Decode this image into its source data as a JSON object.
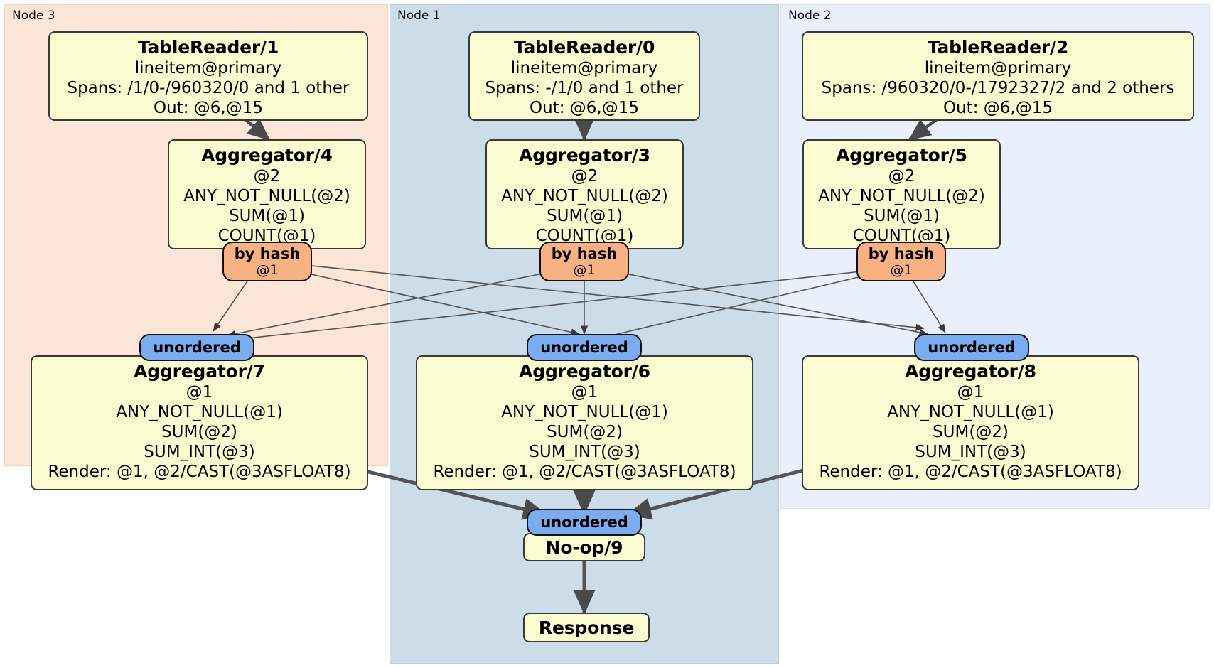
{
  "diagram": {
    "type": "distributed-query-plan",
    "colors": {
      "node3_panel": "#fbe5d6",
      "node1_panel": "#ccdce8",
      "node2_panel": "#e9f0fb",
      "processor_box": "#fbfbd2",
      "hash_badge": "#f7b183",
      "unordered_badge": "#7bacf0",
      "edge": "#3a3a3a"
    }
  },
  "panels": [
    {
      "id": "node3",
      "label": "Node 3"
    },
    {
      "id": "node1",
      "label": "Node 1"
    },
    {
      "id": "node2",
      "label": "Node 2"
    }
  ],
  "nodes": {
    "tablereader1": {
      "title": "TableReader/1",
      "lines": [
        "lineitem@primary",
        "Spans: /1/0-/960320/0 and 1 other",
        "Out: @6,@15"
      ]
    },
    "tablereader0": {
      "title": "TableReader/0",
      "lines": [
        "lineitem@primary",
        "Spans: -/1/0 and 1 other",
        "Out: @6,@15"
      ]
    },
    "tablereader2": {
      "title": "TableReader/2",
      "lines": [
        "lineitem@primary",
        "Spans: /960320/0-/1792327/2 and 2 others",
        "Out: @6,@15"
      ]
    },
    "aggregator4": {
      "title": "Aggregator/4",
      "lines": [
        "@2",
        "ANY_NOT_NULL(@2)",
        "SUM(@1)",
        "COUNT(@1)"
      ]
    },
    "aggregator3": {
      "title": "Aggregator/3",
      "lines": [
        "@2",
        "ANY_NOT_NULL(@2)",
        "SUM(@1)",
        "COUNT(@1)"
      ]
    },
    "aggregator5": {
      "title": "Aggregator/5",
      "lines": [
        "@2",
        "ANY_NOT_NULL(@2)",
        "SUM(@1)",
        "COUNT(@1)"
      ]
    },
    "aggregator7": {
      "title": "Aggregator/7",
      "lines": [
        "@1",
        "ANY_NOT_NULL(@1)",
        "SUM(@2)",
        "SUM_INT(@3)",
        "Render: @1, @2/CAST(@3ASFLOAT8)"
      ]
    },
    "aggregator6": {
      "title": "Aggregator/6",
      "lines": [
        "@1",
        "ANY_NOT_NULL(@1)",
        "SUM(@2)",
        "SUM_INT(@3)",
        "Render: @1, @2/CAST(@3ASFLOAT8)"
      ]
    },
    "aggregator8": {
      "title": "Aggregator/8",
      "lines": [
        "@1",
        "ANY_NOT_NULL(@1)",
        "SUM(@2)",
        "SUM_INT(@3)",
        "Render: @1, @2/CAST(@3ASFLOAT8)"
      ]
    },
    "noop9": {
      "title": "No-op/9",
      "lines": []
    },
    "response": {
      "title": "Response",
      "lines": []
    }
  },
  "badges": {
    "hash4": {
      "title": "by hash",
      "sub": "@1"
    },
    "hash3": {
      "title": "by hash",
      "sub": "@1"
    },
    "hash5": {
      "title": "by hash",
      "sub": "@1"
    },
    "unordered7": {
      "title": "unordered",
      "sub": ""
    },
    "unordered6": {
      "title": "unordered",
      "sub": ""
    },
    "unordered8": {
      "title": "unordered",
      "sub": ""
    },
    "unordered9": {
      "title": "unordered",
      "sub": ""
    }
  }
}
